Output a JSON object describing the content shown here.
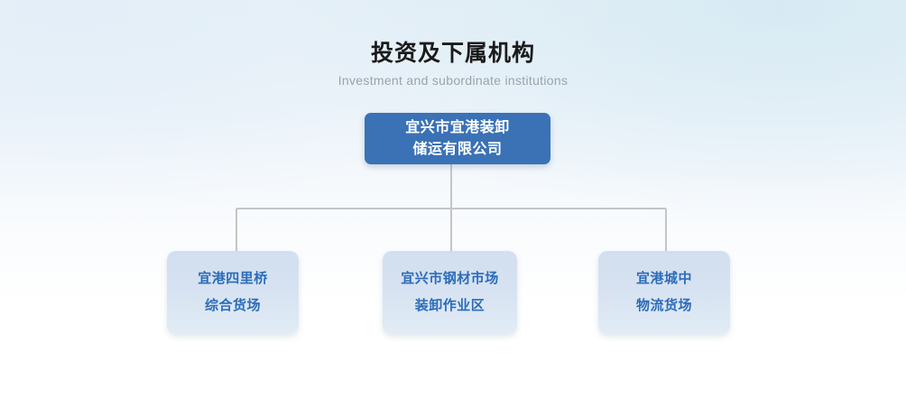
{
  "header": {
    "title": "投资及下属机构",
    "subtitle": "Investment and subordinate institutions"
  },
  "colors": {
    "root_box": "#3a72b5",
    "root_text": "#ffffff",
    "child_box": "#d3e0f0",
    "child_text": "#2c6cb8",
    "connector": "#c3c6c9",
    "title_text": "#1b1b1b",
    "subtitle_text": "#9aa3ab",
    "background_top": "#e8f1f7",
    "background_bottom": "#ffffff"
  },
  "org_chart": {
    "root": {
      "label": "宜兴市宜港装卸\n储运有限公司"
    },
    "children": [
      {
        "label": "宜港四里桥\n综合货场"
      },
      {
        "label": "宜兴市钢材市场\n装卸作业区"
      },
      {
        "label": "宜港城中\n物流货场"
      }
    ]
  }
}
